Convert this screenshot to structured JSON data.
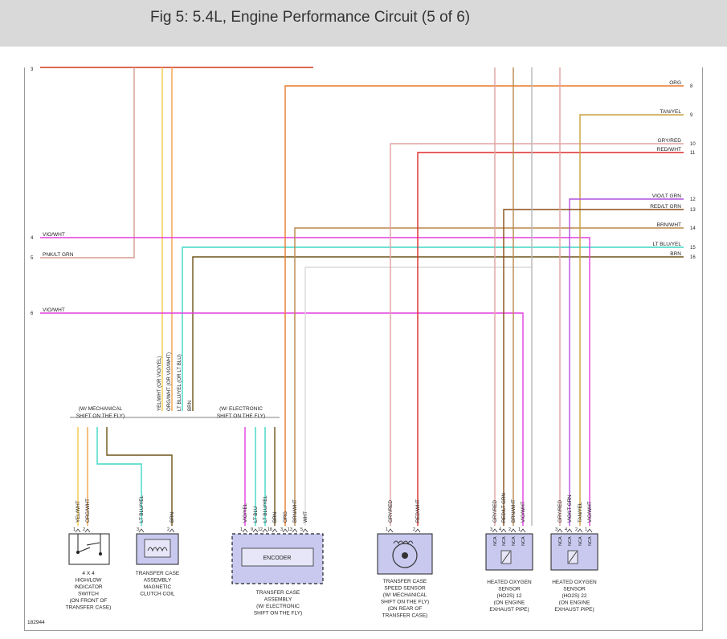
{
  "page": {
    "title": "Fig 5: 5.4L, Engine Performance Circuit (5 of 6)",
    "figure_id": "182944"
  },
  "wire_colors": {
    "org": "#e8792b",
    "tan_yel": "#c9a13a",
    "gry_red": "#e2a3a3",
    "red_wht": "#dd2a2a",
    "vio_lt_grn": "#b14fe0",
    "red_lt_grn": "#8a4b16",
    "brn_wht": "#b9874a",
    "lt_blu_yel": "#3fd7c4",
    "brn": "#6b5318",
    "vio_wht": "#e33ee0",
    "pnk_lt_grn": "#d69a8f",
    "yel_wht": "#f5c842",
    "org_wht": "#f2a14a",
    "wht": "#d9d9d9",
    "red": "#d23a1a",
    "wht_blk": "#b7b7b7"
  },
  "left_refs": [
    {
      "id": "3",
      "label": ""
    },
    {
      "id": "4",
      "label": "VIO/WHT"
    },
    {
      "id": "5",
      "label": "PNK/LT GRN"
    },
    {
      "id": "6",
      "label": "VIO/WHT"
    }
  ],
  "right_refs": [
    {
      "id": "8",
      "label": "ORG"
    },
    {
      "id": "9",
      "label": "TAN/YEL"
    },
    {
      "id": "10",
      "label": "GRY/RED"
    },
    {
      "id": "11",
      "label": "RED/WHT"
    },
    {
      "id": "12",
      "label": "VIO/LT GRN"
    },
    {
      "id": "13",
      "label": "RED/LT GRN"
    },
    {
      "id": "14",
      "label": "BRN/WHT"
    },
    {
      "id": "15",
      "label": "LT BLU/YEL"
    },
    {
      "id": "16",
      "label": "BRN"
    }
  ],
  "bundle_labels": [
    "YEL/WHT (OR VIO/YEL)",
    "ORG/WHT (OR VIO/WHT)",
    "LT BLU/YEL (OR LT BLU)",
    "BRN"
  ],
  "variants": {
    "mechanical": [
      "(W/ MECHANICAL",
      "SHIFT ON THE FLY)"
    ],
    "electronic": [
      "(W/ ELECTRONIC",
      "SHIFT ON THE FLY)"
    ]
  },
  "components": [
    {
      "id": "hi_low_switch",
      "pins": [
        {
          "num": "1",
          "wire": "YEL/WHT"
        },
        {
          "num": "2",
          "wire": "ORG/WHT"
        }
      ],
      "caption": [
        "4 X 4",
        "HIGH/LOW",
        "INDICATOR",
        "SWITCH",
        "(ON FRONT OF",
        "TRANSFER CASE)"
      ]
    },
    {
      "id": "clutch_coil",
      "pins": [
        {
          "num": "3",
          "wire": "LT BLU/YEL"
        },
        {
          "num": "2",
          "wire": "BRN"
        }
      ],
      "caption": [
        "TRANSFER CASE",
        "ASSEMBLY",
        "MAGNETIC",
        "CLUTCH COIL"
      ]
    },
    {
      "id": "transfer_case_assembly",
      "inner_label": "ENCODER",
      "pins": [
        {
          "num": "1",
          "wire": "VIO/YEL"
        },
        {
          "num": "9",
          "wire": "LT BLU"
        },
        {
          "num": "12",
          "wire": "LT BLU/YEL"
        },
        {
          "num": "18",
          "wire": "BRN"
        },
        {
          "num": "3",
          "wire": "ORG"
        },
        {
          "num": "13",
          "wire": "BRN/WHT"
        },
        {
          "num": "5",
          "wire": "WHT"
        }
      ],
      "caption": [
        "TRANSFER CASE",
        "ASSEMBLY",
        "(W/ ELECTRONIC",
        "SHIFT ON THE FLY)"
      ]
    },
    {
      "id": "speed_sensor",
      "pins": [
        {
          "num": "1",
          "wire": "GRY/RED"
        },
        {
          "num": "2",
          "wire": "RED/WHT"
        }
      ],
      "caption": [
        "TRANSFER CASE",
        "SPEED SENSOR",
        "(W/ MECHANICAL",
        "SHIFT ON THE FLY)",
        "(ON REAR OF",
        "TRANSFER CASE)"
      ]
    },
    {
      "id": "ho2s_12",
      "pins": [
        {
          "num": "3",
          "wire": "GRY/RED"
        },
        {
          "num": "4",
          "wire": "RED/LT GRN"
        },
        {
          "num": "2",
          "wire": "BRN/WHT"
        },
        {
          "num": "1",
          "wire": "VIO/WHT"
        }
      ],
      "nca": "NCA",
      "caption": [
        "HEATED OXYGEN",
        "SENSOR",
        "(HO2S) 12",
        "(ON ENGINE",
        "EXHAUST PIPE)"
      ]
    },
    {
      "id": "ho2s_22",
      "pins": [
        {
          "num": "3",
          "wire": "GRY/RED"
        },
        {
          "num": "4",
          "wire": "VIO/LT GRN"
        },
        {
          "num": "2",
          "wire": "TAN/YEL"
        },
        {
          "num": "1",
          "wire": "VIO/WHT"
        }
      ],
      "nca": "NCA",
      "caption": [
        "HEATED OXYGEN",
        "SENSOR",
        "(HO2S) 22",
        "(ON ENGINE",
        "EXHAUST PIPE)"
      ]
    }
  ]
}
